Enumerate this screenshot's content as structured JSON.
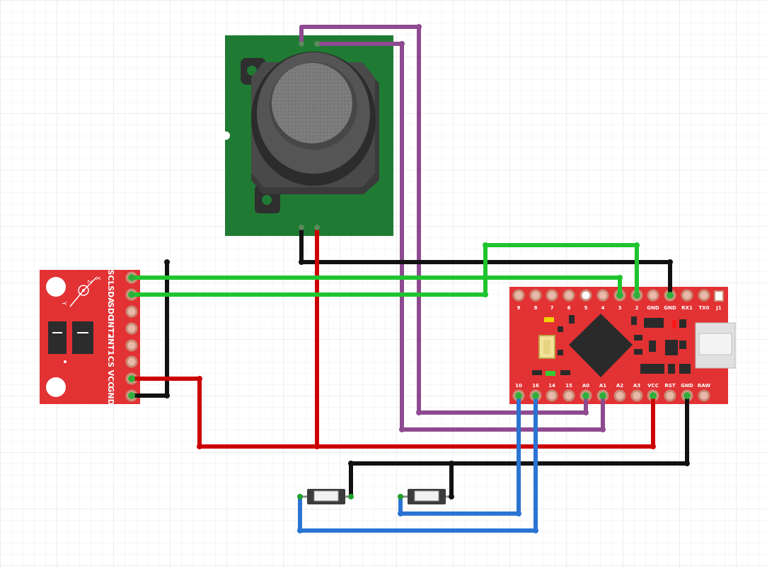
{
  "accelerometer": {
    "pins": [
      "SCL",
      "SDA",
      "SDO",
      "INT2",
      "INT1",
      "CS",
      "VCC",
      "GND"
    ],
    "axes": [
      "X",
      "Y",
      "Z"
    ]
  },
  "pro_micro": {
    "top_pins": [
      "9",
      "8",
      "7",
      "6",
      "5",
      "4",
      "3",
      "2",
      "GND",
      "GND",
      "RX1",
      "TX0",
      "J1"
    ],
    "bottom_pins": [
      "10",
      "16",
      "14",
      "15",
      "A0",
      "A1",
      "A2",
      "A3",
      "VCC",
      "RST",
      "GND",
      "RAW"
    ]
  },
  "colors": {
    "grid": "#e6e6e6",
    "board_red": "#e23234",
    "board_green": "#1e7a34",
    "wire_black": "#111111",
    "wire_red": "#cc0000",
    "wire_green": "#1fc42e",
    "wire_purple": "#8e4a90",
    "wire_blue": "#2b74d4"
  },
  "components": [
    "thumb-joystick",
    "accelerometer-breakout",
    "pro-micro",
    "pushbutton",
    "pushbutton"
  ]
}
